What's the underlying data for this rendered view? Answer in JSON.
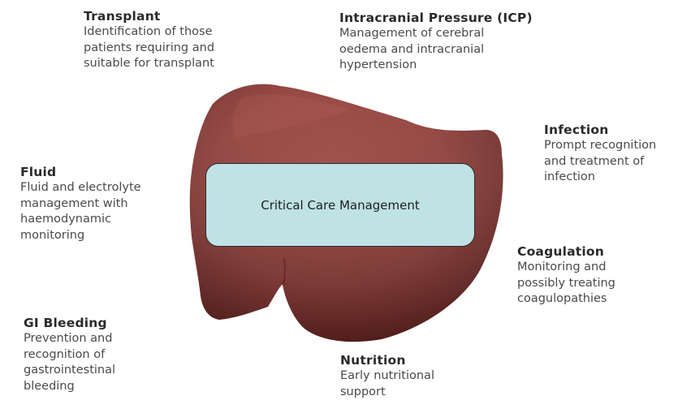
{
  "diagram": {
    "center_label": "Critical Care Management",
    "colors": {
      "liver": "#8e3a35",
      "liver_dark": "#5e1f1c",
      "liver_light": "#b4574f",
      "center_box_fill": "#bfe2e4",
      "center_box_border": "#2c2c2c"
    },
    "items": [
      {
        "id": "transplant",
        "title": "Transplant",
        "lines": [
          "Identification of those",
          "patients requiring and",
          "suitable for transplant"
        ]
      },
      {
        "id": "icp",
        "title": "Intracranial Pressure (ICP)",
        "lines": [
          "Management of cerebral",
          "oedema and intracranial",
          "hypertension"
        ]
      },
      {
        "id": "infection",
        "title": "Infection",
        "lines": [
          "Prompt recognition",
          "and treatment of",
          "infection"
        ]
      },
      {
        "id": "fluid",
        "title": "Fluid",
        "lines": [
          "Fluid and electrolyte",
          "management with",
          "haemodynamic",
          "monitoring"
        ]
      },
      {
        "id": "coagulation",
        "title": "Coagulation",
        "lines": [
          "Monitoring and",
          "possibly treating",
          "coagulopathies"
        ]
      },
      {
        "id": "gi",
        "title": "GI Bleeding",
        "lines": [
          "Prevention and",
          "recognition of",
          "gastrointestinal",
          "bleeding"
        ]
      },
      {
        "id": "nutrition",
        "title": "Nutrition",
        "lines": [
          "Early nutritional",
          "support"
        ]
      }
    ]
  }
}
